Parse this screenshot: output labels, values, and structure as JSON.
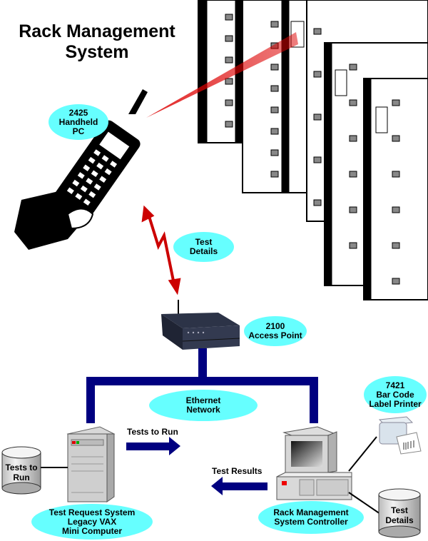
{
  "title": {
    "line1": "Rack Management",
    "line2": "System"
  },
  "colors": {
    "bubble": "#66ffff",
    "network": "#000080",
    "wireless": "#cc0000",
    "laser": "#dd0000"
  },
  "nodes": {
    "handheld": {
      "line1": "2425",
      "line2": "Handheld",
      "line3": "PC",
      "icon": "handheld-scanner"
    },
    "test_details_link": {
      "line1": "Test",
      "line2": "Details"
    },
    "access_point": {
      "line1": "2100",
      "line2": "Access Point",
      "icon": "access-point"
    },
    "ethernet": {
      "line1": "Ethernet",
      "line2": "Network"
    },
    "printer": {
      "line1": "7421",
      "line2": "Bar Code",
      "line3": "Label Printer",
      "icon": "label-printer"
    },
    "legacy": {
      "line1": "Test Request System",
      "line2": "Legacy VAX",
      "line3": "Mini Computer",
      "icon": "tower-server"
    },
    "controller": {
      "line1": "Rack Management",
      "line2": "System Controller",
      "icon": "desktop-pc"
    },
    "db_tests": {
      "line1": "Tests to",
      "line2": "Run",
      "icon": "database-cylinder"
    },
    "db_details": {
      "line1": "Test",
      "line2": "Details",
      "icon": "database-cylinder"
    }
  },
  "flows": {
    "tests_to_run": {
      "label": "Tests to Run",
      "direction": "right"
    },
    "test_results": {
      "label": "Test Results",
      "direction": "left"
    }
  }
}
